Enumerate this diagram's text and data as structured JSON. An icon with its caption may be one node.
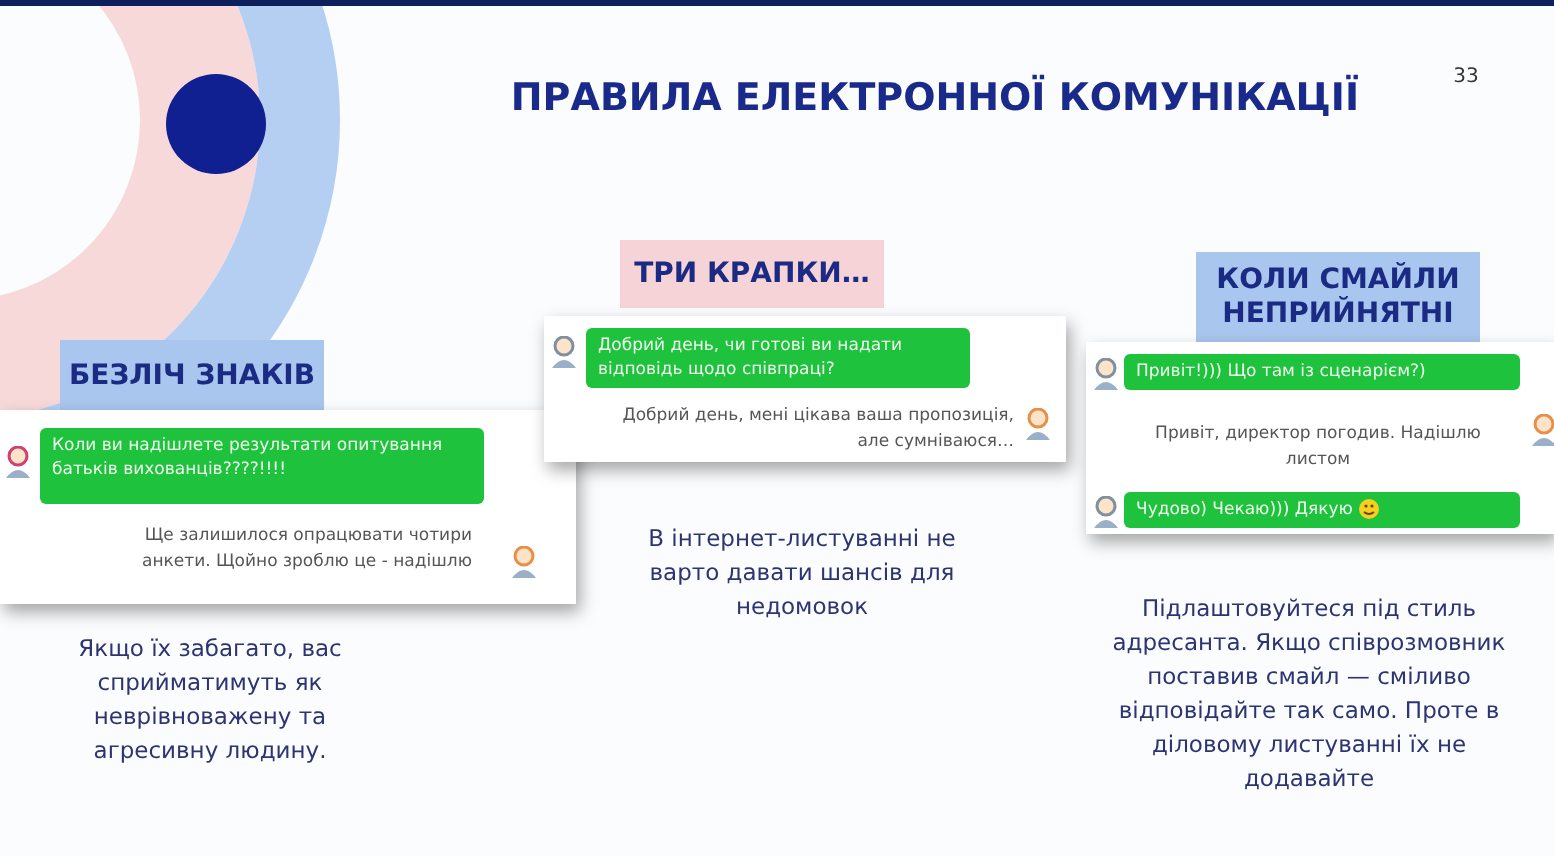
{
  "diagram": {
    "title": "ПРАВИЛА ЕЛЕКТРОННОЇ КОМУНІКАЦІЇ",
    "nodes": [
      {
        "text": [
          "БЕЗЛІЧ ЗНАКІВ"
        ]
      },
      {
        "text": [
          "Ще залишилося опрацювати чотири анкети. Щойно зроблю це - надішлю"
        ]
      },
      {
        "text": [
          "Коли ви надішлете результати опитування батьків вихованців????!!!!"
        ],
        "in": 1
      },
      {
        "text": [
          "ТРИ КРАПКИ…"
        ]
      },
      {
        "text": [
          "Добрий день, мені цікава ваша пропозиція, але сумніваюся…"
        ]
      },
      {
        "text": [
          "Добрий день, чи готові ви надати відповідь щодо співпраці?"
        ],
        "in": 4
      },
      {
        "text": [
          "КОЛИ СМАЙЛИ НЕПРИЙНЯТНІ"
        ]
      },
      {
        "text": [
          "Привіт, директор погодив. Надішлю листом"
        ]
      },
      {
        "text": [
          "Привіт!))) Що там із сценарієм?)"
        ],
        "in": 7
      },
      {
        "text": [
          "Чудово) Чекаю))) Дякую"
        ],
        "in": 7
      }
    ],
    "edges": [],
    "labels": [
      "33",
      "Якщо їх забагато, вас сприйматимуть як неврівноважену та агресивну людину.",
      "В інтернет-листуванні не варто давати шансів для недомовок",
      "Підлаштовуйтеся під стиль адресанта. Якщо співрозмовник поставив смайл — сміливо відповідайте так само. Проте в діловому листуванні їх не додавайте"
    ]
  }
}
